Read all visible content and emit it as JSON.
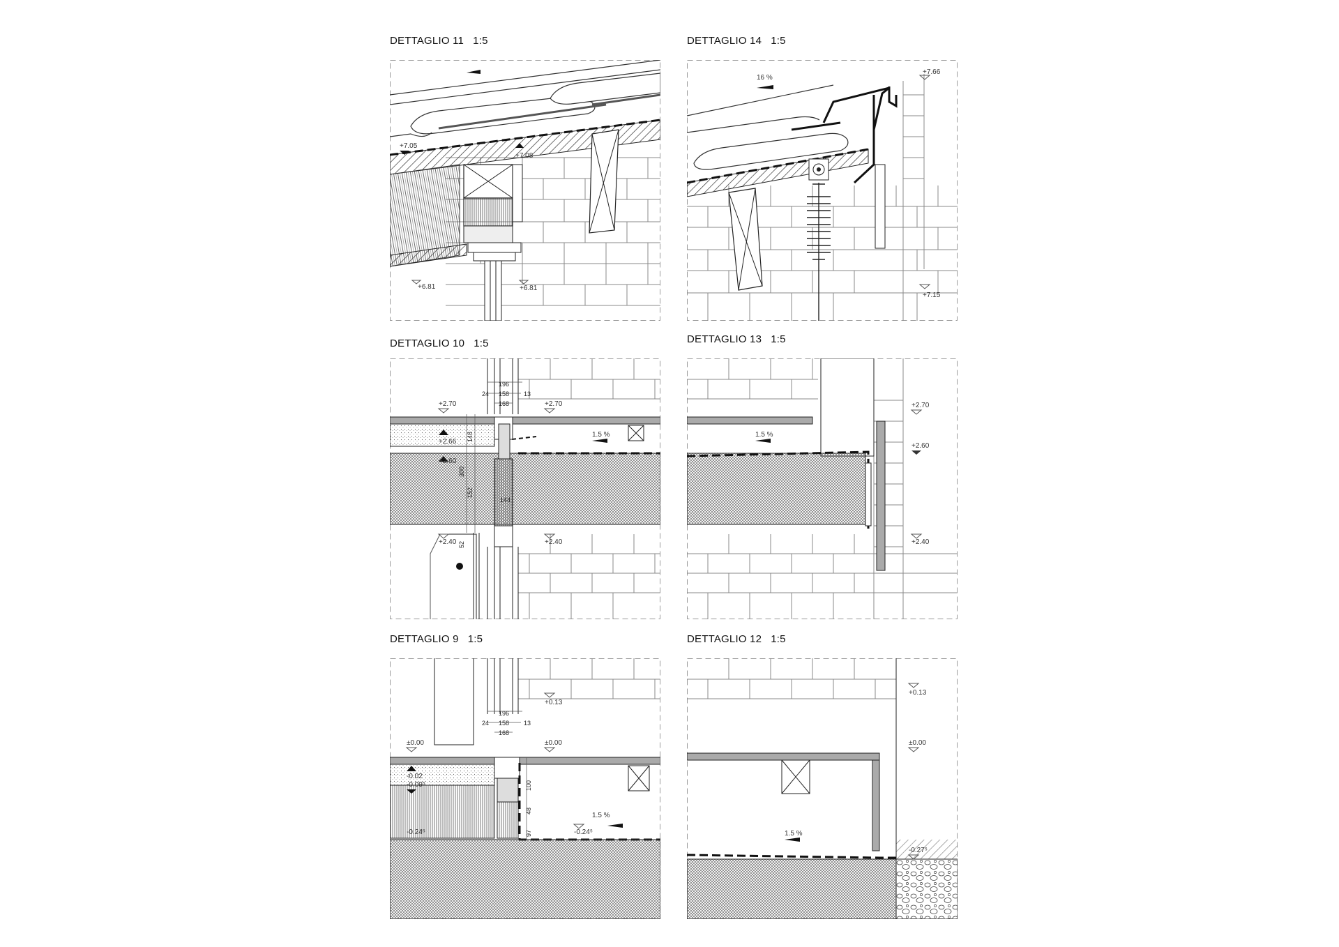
{
  "details": [
    {
      "key": "d11",
      "title": "DETTAGLIO 11",
      "scale": "1:5",
      "levels": [
        "+7.05",
        "+7.08",
        "+6.81",
        "+6.81"
      ]
    },
    {
      "key": "d14",
      "title": "DETTAGLIO 14",
      "scale": "1:5",
      "levels": [
        "+7.66",
        "+7.15"
      ],
      "slope": "16 %"
    },
    {
      "key": "d10",
      "title": "DETTAGLIO 10",
      "scale": "1:5",
      "levels": [
        "+2.70",
        "+2.70",
        "+2.66",
        "+2.60",
        "+2.40",
        "+2.40"
      ],
      "slope": "1.5 %",
      "dims": [
        "196",
        "158",
        "168",
        "24",
        "13",
        "148",
        "300",
        "152",
        "52",
        "144"
      ]
    },
    {
      "key": "d13",
      "title": "DETTAGLIO 13",
      "scale": "1:5",
      "levels": [
        "+2.70",
        "+2.60",
        "+2.40"
      ],
      "slope": "1.5 %"
    },
    {
      "key": "d9",
      "title": "DETTAGLIO 9",
      "scale": "1:5",
      "levels": [
        "±0.00",
        "+0.13",
        "±0.00",
        "-0.02",
        "-0.09⁵",
        "-0.24⁵",
        "-0.24⁵"
      ],
      "slope": "1.5 %",
      "dims": [
        "196",
        "158",
        "168",
        "24",
        "13",
        "100",
        "48",
        "97"
      ]
    },
    {
      "key": "d12",
      "title": "DETTAGLIO 12",
      "scale": "1:5",
      "levels": [
        "+0.13",
        "±0.00",
        "-0.27⁵"
      ],
      "slope": "1.5 %"
    }
  ]
}
